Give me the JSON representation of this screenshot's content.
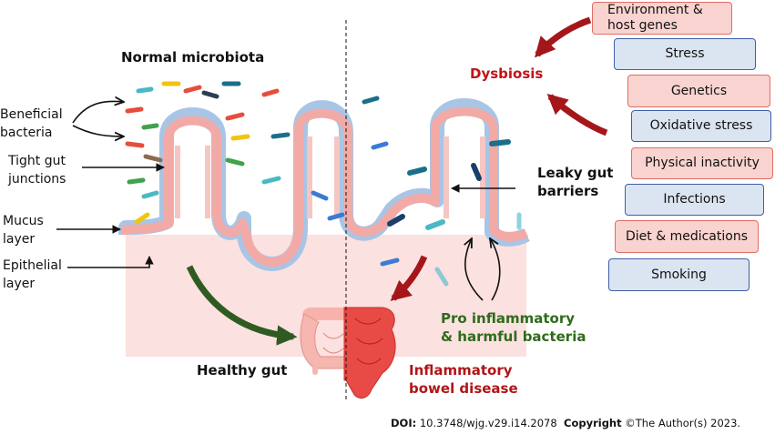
{
  "labels": {
    "normal_microbiota": "Normal microbiota",
    "beneficial_bacteria": [
      "Beneficial",
      "bacteria"
    ],
    "tight_gut_junctions": [
      "Tight gut",
      "junctions"
    ],
    "mucus_layer": [
      "Mucus",
      "layer"
    ],
    "epithelial_layer": [
      "Epithelial",
      "layer"
    ],
    "dysbiosis": "Dysbiosis",
    "leaky_gut_barriers": [
      "Leaky gut",
      "barriers"
    ],
    "pro_inflammatory": [
      "Pro inflammatory",
      "& harmful bacteria"
    ],
    "healthy_gut": "Healthy gut",
    "ibd": [
      "Inflammatory",
      "bowel disease"
    ]
  },
  "factors": {
    "environment": [
      "Environment &",
      "host genes"
    ],
    "stress": "Stress",
    "genetics": "Genetics",
    "oxidative_stress": "Oxidative stress",
    "physical_inactivity": "Physical inactivity",
    "infections": "Infections",
    "diet": "Diet & medications",
    "smoking": "Smoking"
  },
  "footer": {
    "doi_label": "DOI:",
    "doi_value": "10.3748/wjg.v29.i14.2078",
    "copyright_label": "Copyright",
    "copyright_text": "©The Author(s) 2023."
  },
  "colors": {
    "dysbiosis": "#c01418",
    "arrow_red": "#a5161a",
    "arrow_green": "#2f5b22",
    "green_text": "#2f6b1a",
    "ibd_text": "#b01518",
    "mucus": "#a9c5e6",
    "tissue": "#fbe1df",
    "epithelium": "#f2aaa7"
  }
}
